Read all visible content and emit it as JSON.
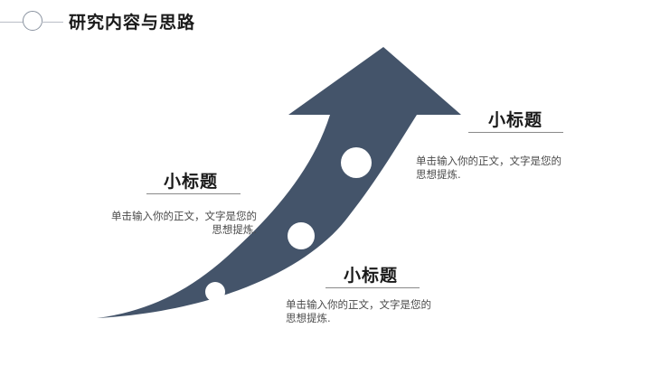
{
  "header": {
    "title": "研究内容与思路"
  },
  "colors": {
    "arrow": "#44546a",
    "circle": "#ffffff",
    "rule": "#8a8a8a"
  },
  "items": [
    {
      "title": "小标题",
      "body_line1": "单击输入你的正文，文字是您的",
      "body_line2": "思想提炼."
    },
    {
      "title": "小标题",
      "body_line1": "单击输入你的正文，文字是您的",
      "body_line2": "思想提炼."
    },
    {
      "title": "小标题",
      "body_line1": "单击输入你的正文，文字是您的",
      "body_line2": "思想提炼."
    }
  ]
}
